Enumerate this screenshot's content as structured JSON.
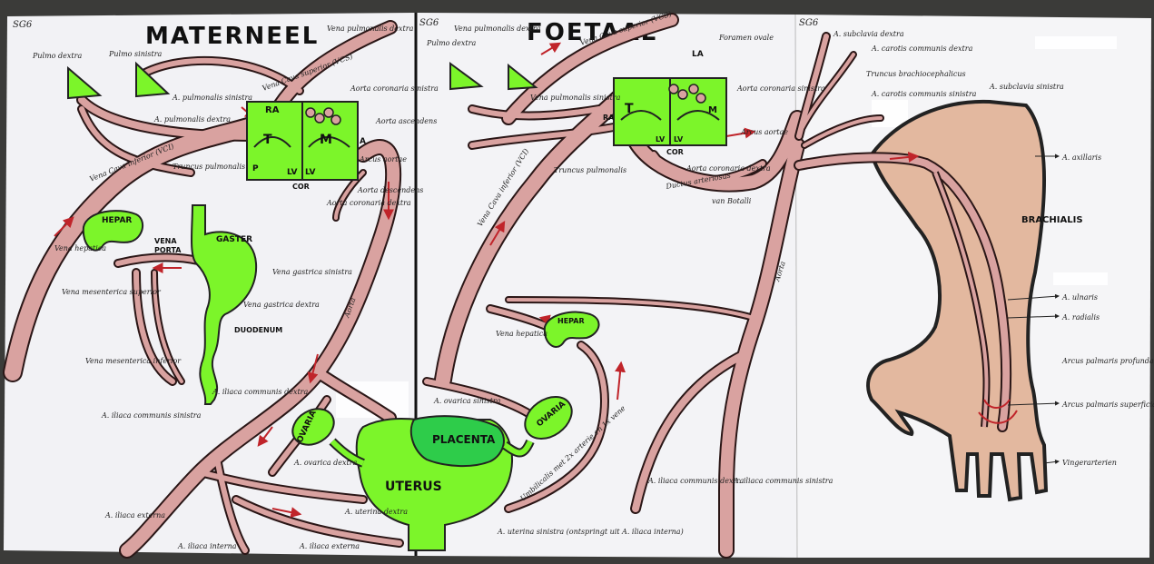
{
  "sheet_tags": {
    "left": "SG6",
    "middle": "SG6",
    "right": "SG6"
  },
  "titles": {
    "maternal": "MATERNEEL",
    "fetal": "FOETAAL"
  },
  "maternal": {
    "organs": {
      "heart_label": "COR",
      "chambers": {
        "ra": "RA",
        "la_m": "M",
        "t": "T",
        "p": "P",
        "lv1": "LV",
        "lv2": "LV",
        "a": "A"
      },
      "hepar": "HEPAR",
      "gaster": "GASTER",
      "duodenum": "DUODENUM",
      "ovaria": "OVARIA",
      "uterus": "UTERUS",
      "vena_porta": "VENA\nPORTA"
    },
    "labels": {
      "pulmo_dextra": "Pulmo dextra",
      "pulmo_sinistra": "Pulmo sinistra",
      "a_pulmonalis_sinistra": "A. pulmonalis sinistra",
      "a_pulmonalis_dextra": "A. pulmonalis dextra",
      "vena_pulmonalis_dextra": "Vena pulmonalis dextra",
      "vena_cava_superior": "Vena Cava superior (VCS)",
      "vena_cava_inferior": "Vena Cava inferior (VCI)",
      "truncus_pulmonalis": "Truncus pulmonalis",
      "aorta_coronaria_sinistra": "Aorta coronaria sinistra",
      "aorta_ascendens": "Aorta ascendens",
      "arcus_aortae": "Arcus aortae",
      "aorta_coronaria_dextra": "Aorta coronaria dextra",
      "aorta_descendens": "Aorta descendens",
      "aorta": "Aorta",
      "vena_hepatica": "Vena hepatica",
      "vena_gastrica_sinistra": "Vena gastrica sinistra",
      "vena_gastrica_dextra": "Vena gastrica dextra",
      "vena_mesenterica_superior": "Vena mesenterica superior",
      "vena_mesenterica_inferior": "Vena mesenterica inferior",
      "a_iliaca_communis_sinistra": "A. iliaca communis sinistra",
      "a_iliaca_communis_dextra": "A. iliaca communis dextra",
      "a_iliaca_externa": "A. iliaca externa",
      "a_iliaca_interna": "A. iliaca interna",
      "a_ovarica_dextra": "A. ovarica dextra",
      "a_uterina_dextra": "A. uterina dextra",
      "a_iliaca_externa_2": "A. iliaca externa"
    }
  },
  "fetal": {
    "organs": {
      "heart_label": "COR",
      "chambers": {
        "t": "T",
        "m": "M",
        "ra": "RA",
        "lv1": "LV",
        "lv2": "LV",
        "la": "LA"
      },
      "hepar": "HEPAR",
      "ovaria": "OVARIA",
      "placenta": "PLACENTA"
    },
    "labels": {
      "pulmo_dextra": "Pulmo dextra",
      "vena_pulmonalis_dextra": "Vena pulmonalis dextra",
      "vena_pulmonalis_sinistra": "Vena pulmonalis sinistra",
      "vena_cava_superior": "Vena Cava superior (VCS)",
      "vena_cava_inferior": "Vena Cava inferior (VCI)",
      "foramen_ovale": "Foramen ovale",
      "aorta_coronaria_sinistra": "Aorta coronaria sinistra",
      "truncus_pulmonalis": "Truncus pulmonalis",
      "aorta_coronaria_dextra": "Aorta coronaria dextra",
      "ductus_arteriosus": "Ductus arteriosus",
      "van_botalli": "van Botalli",
      "arcus_aortae": "Arcus aortae",
      "aorta": "Aorta",
      "vena_hepatica": "Vena hepatica",
      "a_ovarica_sinistra": "A. ovarica sinistra",
      "umbilicalis": "Umbilicalis met 2x arterie en 1x vene",
      "a_iliaca_communis_dextra": "A. iliaca communis dextra",
      "a_iliaca_communis_sinistra": "A. iliaca communis sinistra",
      "a_uterina_sinistra": "A. uterina sinistra (ontspringt uit A. iliaca interna)"
    }
  },
  "arm": {
    "labels": {
      "a_subclavia_dextra": "A. subclavia dextra",
      "a_carotis_communis_dextra": "A. carotis communis dextra",
      "truncus_brachiocephalicus": "Truncus brachiocephalicus",
      "a_carotis_communis_sinistra": "A. carotis communis sinistra",
      "a_subclavia_sinistra": "A. subclavia sinistra",
      "a_axillaris": "A. axillaris",
      "brachialis": "BRACHIALIS",
      "a_ulnaris": "A. ulnaris",
      "a_radialis": "A. radialis",
      "arcus_palmaris_profunda": "Arcus palmaris profunda",
      "arcus_palmaris_superficialis": "Arcus palmaris superficialis",
      "vingerarterien": "Vingerarterien"
    }
  },
  "colors": {
    "paper": "#f4f4f6",
    "vessel": "#d9a2a0",
    "vessel_outline": "#2a1616",
    "organ_green": "#7cf52a",
    "placenta_dark": "#2ecc4a",
    "arm_skin": "#e3b89f",
    "arrow_red": "#c0242a"
  }
}
